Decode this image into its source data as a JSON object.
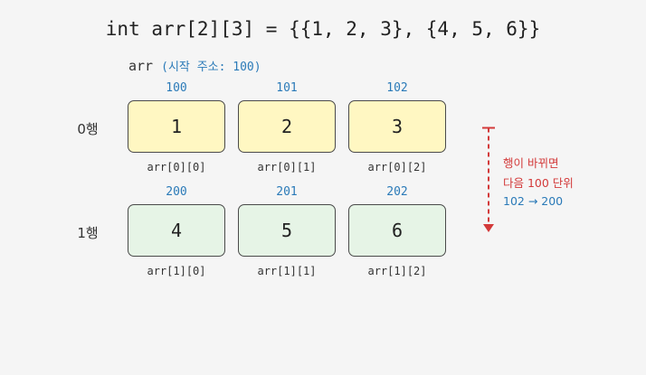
{
  "declaration": "int arr[2][3] = {{1, 2, 3}, {4, 5, 6}}",
  "array_label": {
    "name": "arr",
    "hint": "(시작 주소: 100)"
  },
  "rows": [
    {
      "label": "0행",
      "cells": [
        {
          "address": "100",
          "value": "1",
          "index": "arr[0][0]"
        },
        {
          "address": "101",
          "value": "2",
          "index": "arr[0][1]"
        },
        {
          "address": "102",
          "value": "3",
          "index": "arr[0][2]"
        }
      ]
    },
    {
      "label": "1행",
      "cells": [
        {
          "address": "200",
          "value": "4",
          "index": "arr[1][0]"
        },
        {
          "address": "201",
          "value": "5",
          "index": "arr[1][1]"
        },
        {
          "address": "202",
          "value": "6",
          "index": "arr[1][2]"
        }
      ]
    }
  ],
  "note": {
    "line1": "행이 바뀌면",
    "line2": "다음 100 단위",
    "line3": "102 → 200"
  },
  "colors": {
    "row0_fill": "#fff7c2",
    "row1_fill": "#e6f4e6",
    "address": "#2a7ab8",
    "arrow": "#d33a3a"
  },
  "icons": {
    "row_change_arrow": "dashed-down-arrow-icon"
  }
}
